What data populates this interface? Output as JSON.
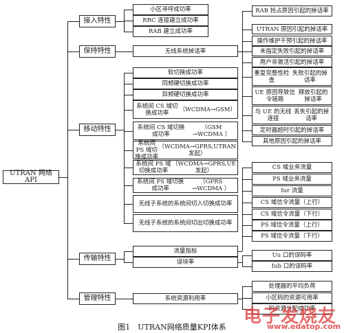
{
  "root": "UTRAN 网络 API",
  "categories": {
    "access": "接入特性",
    "retention": "保持特性",
    "mobility": "移动特性",
    "transport": "传输特性",
    "management": "管理特性"
  },
  "access_items": [
    "小区寻呼成功率",
    "RRC 连接建立成功率",
    "RAB 建立成功率"
  ],
  "retention_items": [
    "无线系统掉话率"
  ],
  "drop_reasons": [
    "RAB 抢占原因引起的掉话率",
    "UTRAN 原因引起的掉话率",
    "操作维护干预引起的掉话率",
    "未指定失败引起的掉话率",
    "用户非激活引起的掉话率",
    "重复完整性检查|失败引起的掉话率",
    "UE 原因导致信令链路|释放引起的掉话率",
    "与 UE 的无线连接|丢失引起的掉话率",
    "定时器超时引起的掉话率",
    "其他原因引起的掉话率"
  ],
  "mobility_items": [
    "软切换成功率",
    "同频硬切换成功率",
    "异频硬切换成功率",
    "系统间 CS 域切换成功率|（WCDMA→GSM）",
    "系统间 CS 域切换成功率|（GSM →WCDMA ）",
    "系统间 PS 域切换成功率|（WCDMA→GPRS,UTRAN 发起）",
    "系统间 PS 域切换成功率|（WCDMA→GPRS,UE 发起）",
    "系统间 PS 域切换成功率|（GPRS →WCDMA ）",
    "无线子系统的系统|间切入切换成功率",
    "无线子系统的系统|间切出切换成功率"
  ],
  "transport_items": [
    "流量指标",
    "误块率"
  ],
  "traffic_items": [
    "CS 域业务流量",
    "PS 域业务流量",
    "Iur 流量",
    "CS 域信令流量（上行）",
    "CS 域信令流量（下行）",
    "PS 域信令流量（上行）",
    "PS 域信令流量（下行）"
  ],
  "bler_items": [
    "Uu 口的误码率",
    "Iub 口的误码率"
  ],
  "management_items": [
    "系统资源利用率"
  ],
  "resource_items": [
    "处理器的平均负荷",
    "小区码的资源可用率",
    "码资源分配成功率"
  ],
  "caption": "图1　UTRAN网络质量KPI体系",
  "watermark": {
    "brand": "电子发烧友",
    "url": "www.edatop.com",
    "color": "#dc3c3c"
  }
}
